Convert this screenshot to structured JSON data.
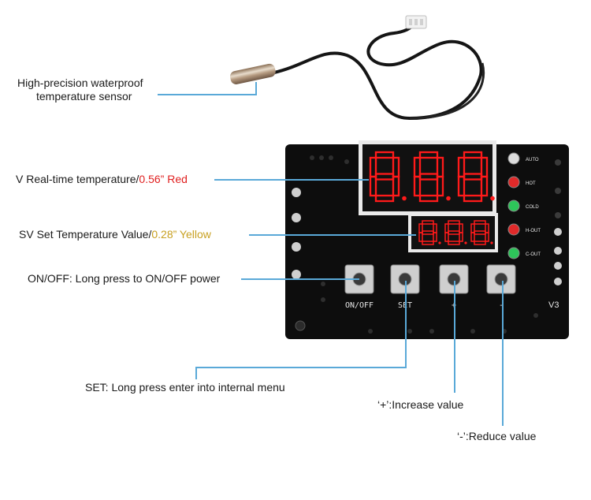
{
  "sensor": {
    "line1": "High-precision waterproof",
    "line2": "temperature sensor"
  },
  "callouts": {
    "pv": {
      "prefix": "V Real-time temperature/",
      "accent": "0.56” Red",
      "accent_color": "#e02020"
    },
    "sv": {
      "prefix": "SV Set Temperature Value/",
      "accent": "0.28” Yellow",
      "accent_color": "#c8a020"
    },
    "onoff": "ON/OFF: Long press to ON/OFF power",
    "set": "SET: Long press enter into internal menu",
    "plus": "‘+’:Increase value",
    "minus": "‘-’:Reduce value"
  },
  "board": {
    "pv_display": "8.8.8.",
    "sv_display": "8.8.8.",
    "buttons": [
      "ON/OFF",
      "SET",
      "+",
      "-"
    ],
    "leds": [
      {
        "label": "AUTO",
        "color": "#dcdcdc"
      },
      {
        "label": "HOT",
        "color": "#e02a2a"
      },
      {
        "label": "COLD",
        "color": "#2ec45a"
      },
      {
        "label": "H-OUT",
        "color": "#e02a2a"
      },
      {
        "label": "C-OUT",
        "color": "#2ec45a"
      }
    ],
    "version": "V3"
  },
  "colors": {
    "lead_line": "#5aa9d8",
    "board": "#0d0d0d",
    "segment": "#ff1a1a"
  }
}
